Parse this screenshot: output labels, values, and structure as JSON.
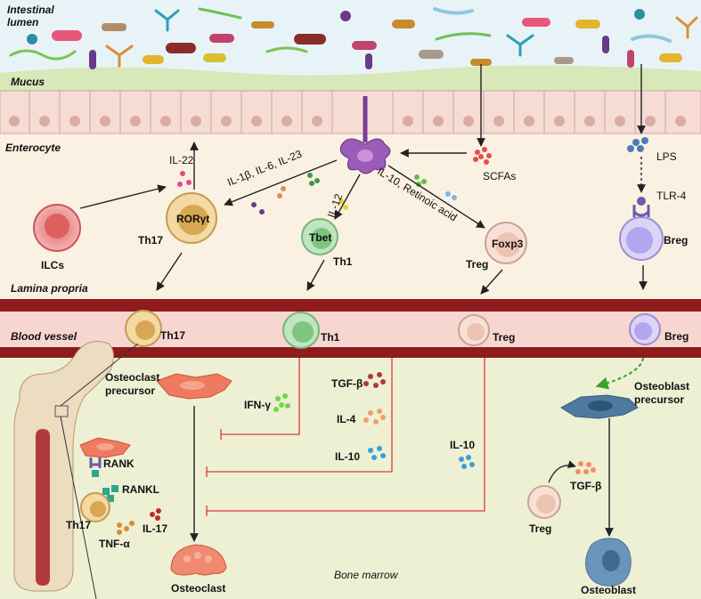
{
  "regions": {
    "lumen_line1": "Intestinal",
    "lumen_line2": "lumen",
    "mucus": "Mucus",
    "enterocyte": "Enterocyte",
    "lamina_propria": "Lamina propria",
    "blood_vessel": "Blood vessel",
    "bone_marrow": "Bone marrow"
  },
  "gut": {
    "il22": "IL-22",
    "cytokines_th17": "IL-1β, IL-6, IL-23",
    "il12": "IL-12",
    "il10_ra": "IL-10, Retinoic acid",
    "scfas": "SCFAs",
    "lps": "LPS",
    "tlr4": "TLR-4",
    "roryt": "RORγt",
    "th17": "Th17",
    "ilcs": "ILCs",
    "tbet": "Tbet",
    "th1": "Th1",
    "foxp3": "Foxp3",
    "treg": "Treg",
    "breg": "Breg"
  },
  "vessel": {
    "th17": "Th17",
    "th1": "Th1",
    "treg": "Treg",
    "breg": "Breg"
  },
  "bone": {
    "osteoclast_precursor_1": "Osteoclast",
    "osteoclast_precursor_2": "precursor",
    "ifng": "IFN-γ",
    "tgfb": "TGF-β",
    "il4": "IL-4",
    "il10_a": "IL-10",
    "il10_b": "IL-10",
    "rank": "RANK",
    "rankl": "RANKL",
    "th17": "Th17",
    "tnfa": "TNF-α",
    "il17": "IL-17",
    "osteoclast": "Osteoclast",
    "osteoblast_precursor_1": "Osteoblast",
    "osteoblast_precursor_2": "precursor",
    "tgfb_right": "TGF-β",
    "treg": "Treg",
    "osteoblast": "Osteoblast"
  }
}
